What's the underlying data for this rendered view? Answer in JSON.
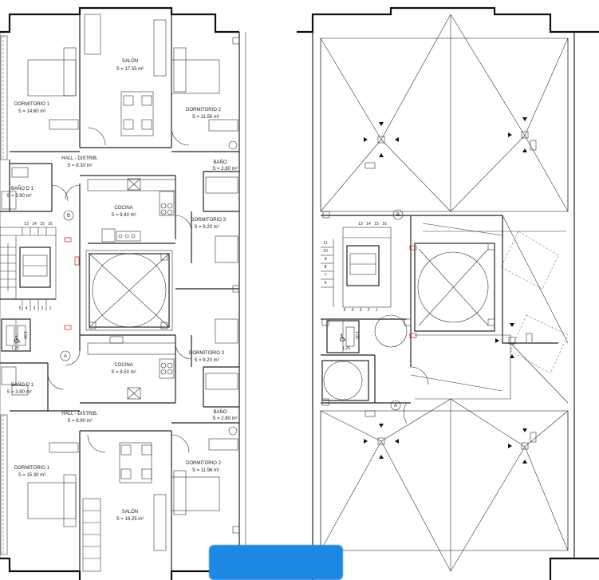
{
  "rooms": {
    "salon_top": {
      "name": "SALÓN",
      "area": "S = 17.55 m²"
    },
    "dorm1_top": {
      "name": "DORMITORIO 1",
      "area": "S = 14.60 m²"
    },
    "dorm2_top": {
      "name": "DORMITORIO 2",
      "area": "S = 11.50 m²"
    },
    "hall_top": {
      "name": "HALL - DISTRIB.",
      "area": "S = 8.30 m²"
    },
    "bano_top": {
      "name": "BAÑO",
      "area": "S = 2.80 m²"
    },
    "banod1_top": {
      "name": "BAÑO D 1",
      "area": "S = 3.90 m²"
    },
    "cocina_top": {
      "name": "COCINA",
      "area": "S = 8.40 m²"
    },
    "dorm3_top": {
      "name": "DORMITORIO 3",
      "area": "S = 9.20 m²"
    },
    "cocina_bot": {
      "name": "COCINA",
      "area": "S = 8.50 m²"
    },
    "dorm3_bot": {
      "name": "DORMITORIO 3",
      "area": "S = 9.20 m²"
    },
    "banod1_bot": {
      "name": "BAÑO D 1",
      "area": "S = 3.90 m²"
    },
    "hall_bot": {
      "name": "HALL - DISTRIB.",
      "area": "S = 8.90 m²"
    },
    "bano_bot": {
      "name": "BAÑO",
      "area": "S = 2.80 m²"
    },
    "dorm1_bot": {
      "name": "DORMITORIO 1",
      "area": "S = 15.30 m²"
    },
    "dorm2_bot": {
      "name": "DORMITORIO 2",
      "area": "S = 11.96 m²"
    },
    "salon_bot": {
      "name": "SALÓN",
      "area": "S = 19.25 m²"
    }
  },
  "markers": {
    "b": "B",
    "a": "A"
  },
  "lift": {
    "capacity": "1.25",
    "dim": "1.00"
  },
  "stairs": {
    "left_top": [
      "13",
      "14",
      "15",
      "16"
    ],
    "left_bottom": [
      "5",
      "4",
      "3",
      "2",
      "1"
    ],
    "right_side": [
      "11",
      "10",
      "9",
      "8",
      "7",
      "6"
    ],
    "right_top": [
      "13",
      "14",
      "15",
      "16"
    ],
    "right_bottom": [
      "5",
      "4",
      "3",
      "2",
      "1"
    ]
  },
  "colors": {
    "line": "#222222",
    "redaction": "#1e88e5",
    "accent": "#d32f2f"
  }
}
